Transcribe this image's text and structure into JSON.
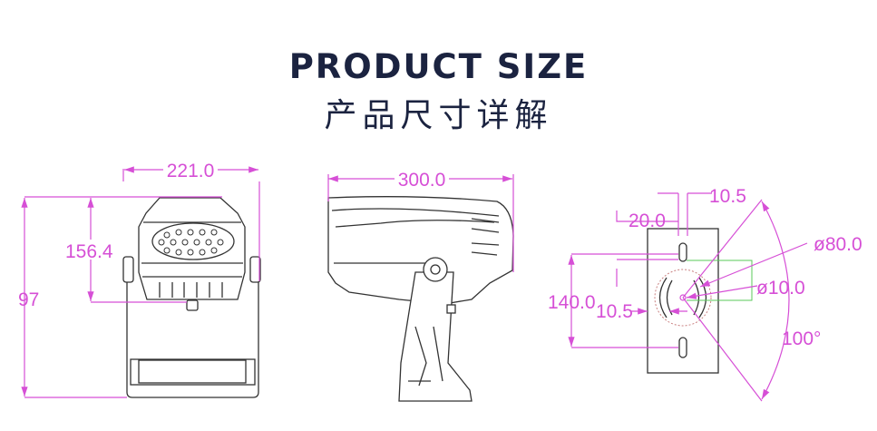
{
  "header": {
    "title_en": "PRODUCT SIZE",
    "title_cn": "产品尺寸详解"
  },
  "front_view": {
    "width": "221.0",
    "lamp_height": "156.4",
    "total_height": "97"
  },
  "side_view": {
    "length": "300.0"
  },
  "bracket_view": {
    "slot_width": "10.5",
    "slot_offset": "20.0",
    "hole_spacing": "140.0",
    "arc_slot_width": "10.5",
    "circle_diameter": "ø80.0",
    "center_hole_diameter": "ø10.0",
    "rotation_angle": "100°"
  },
  "colors": {
    "title": "#1b2340",
    "dimension": "#d64fd6",
    "outline": "#333333"
  }
}
